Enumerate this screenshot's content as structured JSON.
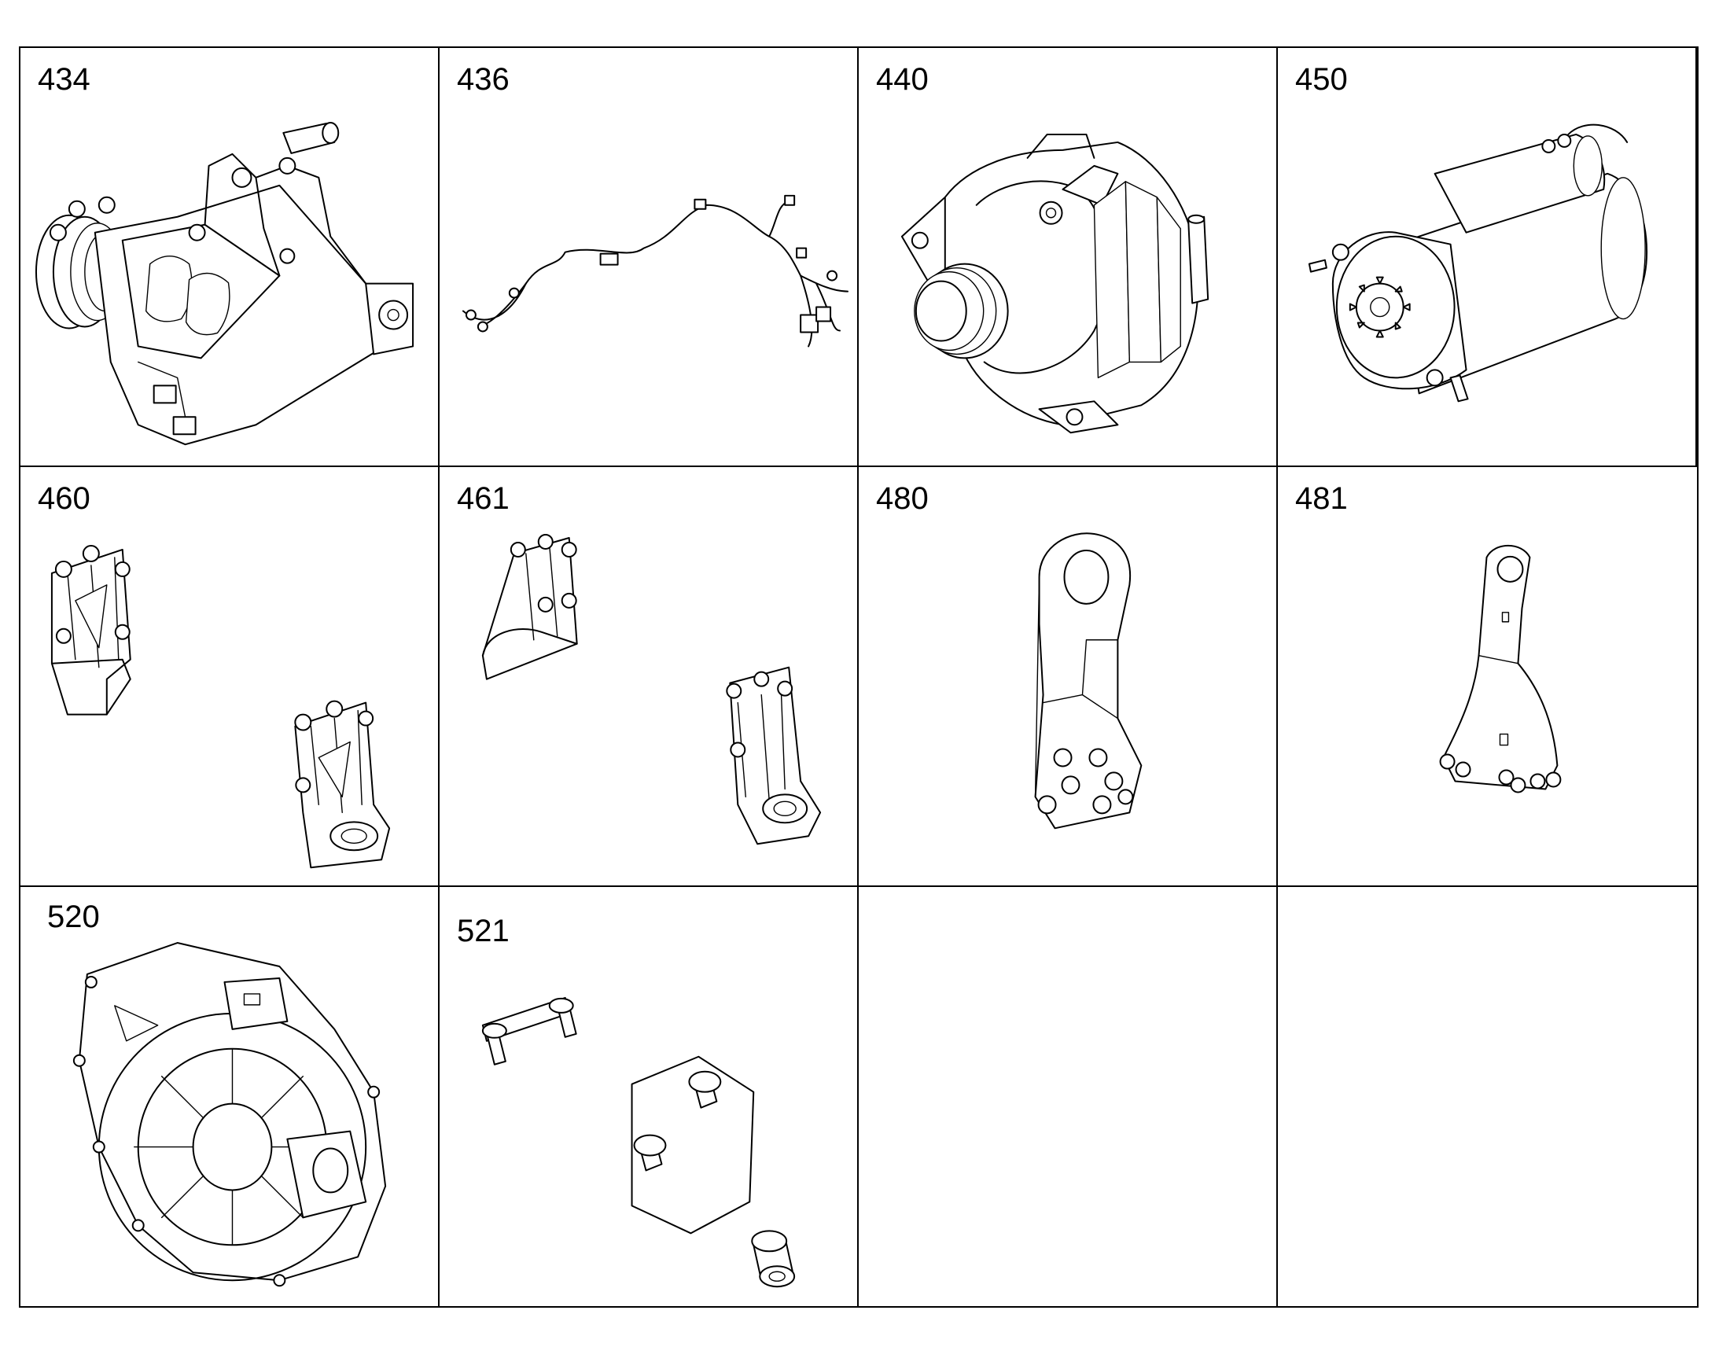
{
  "cells": [
    {
      "label": "434",
      "part_icon": "compressor-bracket-icon"
    },
    {
      "label": "436",
      "part_icon": "wiring-harness-icon"
    },
    {
      "label": "440",
      "part_icon": "alternator-icon"
    },
    {
      "label": "450",
      "part_icon": "starter-motor-icon"
    },
    {
      "label": "460",
      "part_icon": "mounting-bracket-pair-icon"
    },
    {
      "label": "461",
      "part_icon": "mounting-bracket-pair-icon"
    },
    {
      "label": "480",
      "part_icon": "lifting-eye-icon"
    },
    {
      "label": "481",
      "part_icon": "lifting-eye-icon"
    },
    {
      "label": "520",
      "part_icon": "flywheel-housing-icon"
    },
    {
      "label": "521",
      "part_icon": "cover-plate-kit-icon"
    },
    {
      "label": "",
      "part_icon": ""
    },
    {
      "label": "",
      "part_icon": ""
    }
  ]
}
